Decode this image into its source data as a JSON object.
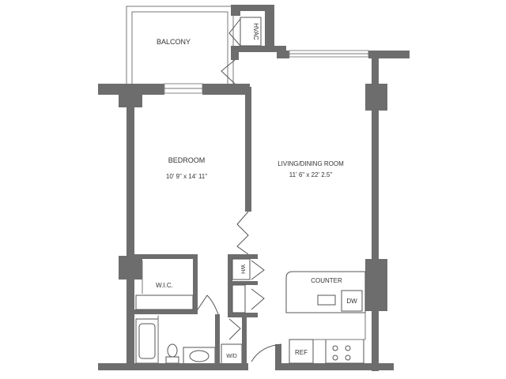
{
  "plan": {
    "rooms": {
      "balcony": "BALCONY",
      "bedroom": "BEDROOM",
      "bedroom_dims": "10' 9\" x 14' 11\"",
      "living": "LIVING/DINING ROOM",
      "living_dims": "11' 6\" x 22' 2.5\"",
      "wic": "W.I.C.",
      "counter": "COUNTER"
    },
    "fixtures": {
      "hvac": "HVAC",
      "water_heater": "WH",
      "washer_dryer": "W/D",
      "dishwasher": "DW",
      "refrigerator": "REF"
    },
    "colors": {
      "wall": "#6d6d6d",
      "line": "#555555",
      "background": "#ffffff"
    }
  }
}
